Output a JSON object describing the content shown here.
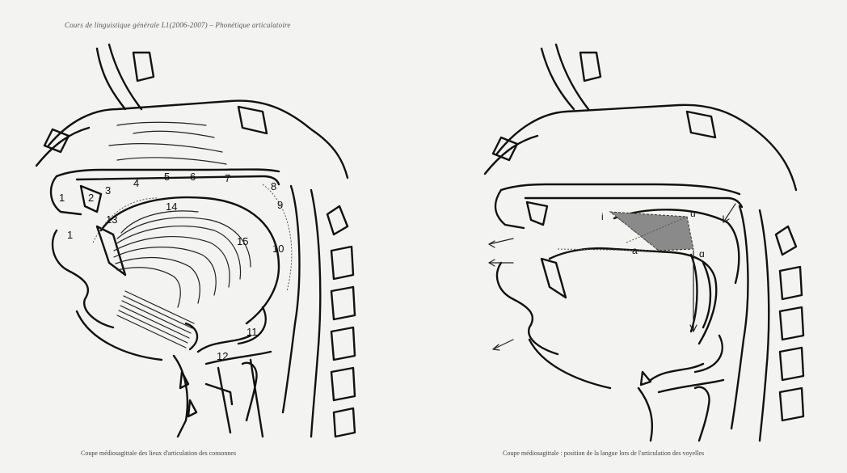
{
  "header": {
    "text": "Cours de linguistique générale L1(2006-2007) – Phonétique articulatoire"
  },
  "left_panel": {
    "caption": "Coupe médiosagittale des lieux d'articulation des consonnes",
    "labels": [
      "1",
      "2",
      "3",
      "4",
      "5",
      "6",
      "7",
      "8",
      "9",
      "10",
      "11",
      "12",
      "13",
      "14",
      "15",
      "1"
    ]
  },
  "right_panel": {
    "caption": "Coupe médiosagittale : position de la langue lors de l'articulation des voyelles",
    "vowels": [
      "i",
      "u",
      "a",
      "ɑ"
    ],
    "shade_color": "#8a8a8a"
  }
}
